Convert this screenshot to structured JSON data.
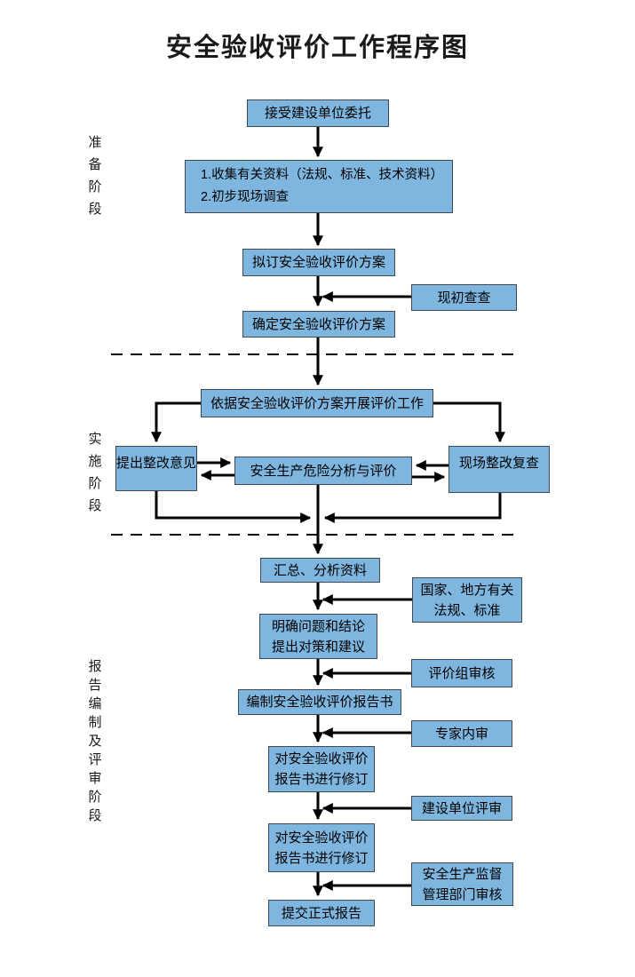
{
  "title": "安全验收评价工作程序图",
  "phases": {
    "prep": "准备阶段",
    "impl": "实施阶段",
    "report": "报告编制及评审阶段"
  },
  "nodes": {
    "accept": {
      "label": "接受建设单位委托"
    },
    "collect": {
      "line1": "1.收集有关资料（法规、标准、技术资料）",
      "line2": "2.初步现场调查"
    },
    "draft": {
      "label": "拟订安全验收评价方案"
    },
    "initial_check": {
      "label": "现初查查"
    },
    "confirm": {
      "label": "确定安全验收评价方案"
    },
    "carry_out": {
      "label": "依据安全验收评价方案开展评价工作"
    },
    "propose": {
      "label": "提出整改意见"
    },
    "analysis": {
      "label": "安全生产危险分析与评价"
    },
    "recheck": {
      "label": "现场整改复查"
    },
    "summarize": {
      "label": "汇总、分析资料"
    },
    "laws": {
      "line1": "国家、地方有关",
      "line2": "法规、标准"
    },
    "clarify": {
      "line1": "明确问题和结论",
      "line2": "提出对策和建议"
    },
    "review_group": {
      "label": "评价组审核"
    },
    "compile": {
      "label": "编制安全验收评价报告书"
    },
    "expert": {
      "label": "专家内审"
    },
    "revise1": {
      "line1": "对安全验收评价",
      "line2": "报告书进行修订"
    },
    "unit_review": {
      "label": "建设单位评审"
    },
    "revise2": {
      "line1": "对安全验收评价",
      "line2": "报告书进行修订"
    },
    "supervision": {
      "line1": "安全生产监督",
      "line2": "管理部门审核"
    },
    "submit": {
      "label": "提交正式报告"
    }
  },
  "colors": {
    "box_fill": "#7EB6E0",
    "box_border": "#3f4a55",
    "arrow": "#000000",
    "divider": "#000000"
  }
}
